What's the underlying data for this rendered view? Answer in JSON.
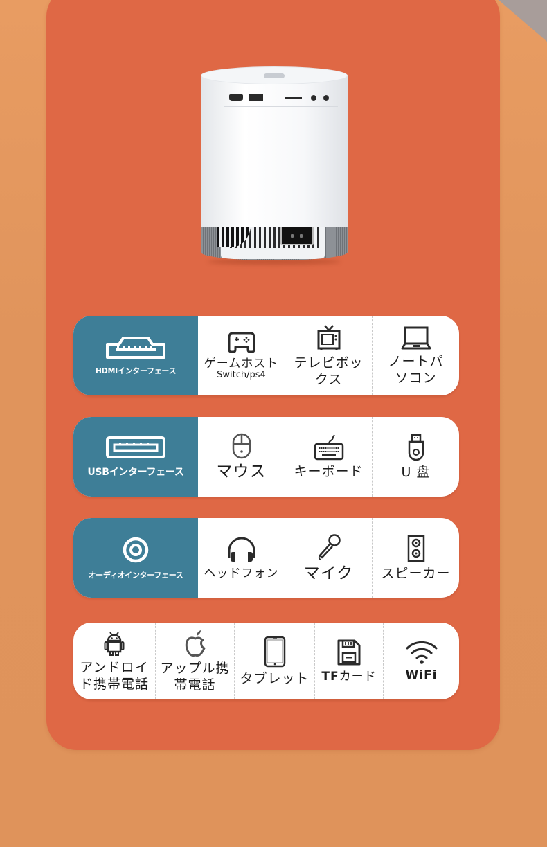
{
  "colors": {
    "page_background": "#e0935b",
    "card_background": "#df6845",
    "row_head_background": "#3e7e97",
    "row_background": "#ffffff",
    "text": "#1d1d1d",
    "icon": "#2b2b2b"
  },
  "product": {
    "name": "projector",
    "icon": "cylindrical-projector-rear-view"
  },
  "rows": [
    {
      "header": {
        "label": "HDMIインターフェース",
        "icon": "hdmi-port-icon"
      },
      "items": [
        {
          "label": "ゲームホスト",
          "sub": "Switch/ps4",
          "icon": "gamepad-icon"
        },
        {
          "label_line1": "テレビボッ",
          "label_line2": "クス",
          "icon": "tv-icon"
        },
        {
          "label_line1": "ノートパ",
          "label_line2": "ソコン",
          "icon": "laptop-icon"
        }
      ]
    },
    {
      "header": {
        "label": "USBインターフェース",
        "icon": "usb-port-icon"
      },
      "items": [
        {
          "label": "マウス",
          "icon": "mouse-icon"
        },
        {
          "label": "キーボード",
          "icon": "keyboard-icon"
        },
        {
          "label": "U 盘",
          "icon": "usb-drive-icon"
        }
      ]
    },
    {
      "header": {
        "label": "オーディオインターフェース",
        "icon": "audio-jack-icon"
      },
      "items": [
        {
          "label": "ヘッドフォン",
          "icon": "headphones-icon"
        },
        {
          "label": "マイク",
          "icon": "microphone-icon"
        },
        {
          "label": "スピーカー",
          "icon": "speaker-icon"
        }
      ]
    },
    {
      "items": [
        {
          "label_line1": "アンドロイ",
          "label_line2": "ド携帯電話",
          "icon": "android-icon"
        },
        {
          "label_line1": "アップル携",
          "label_line2": "帯電話",
          "icon": "apple-icon"
        },
        {
          "label": "タブレット",
          "icon": "tablet-icon"
        },
        {
          "label_bold": "TF",
          "label_rest": "カード",
          "icon": "sd-card-icon"
        },
        {
          "label": "WiFi",
          "icon": "wifi-icon"
        }
      ]
    }
  ]
}
